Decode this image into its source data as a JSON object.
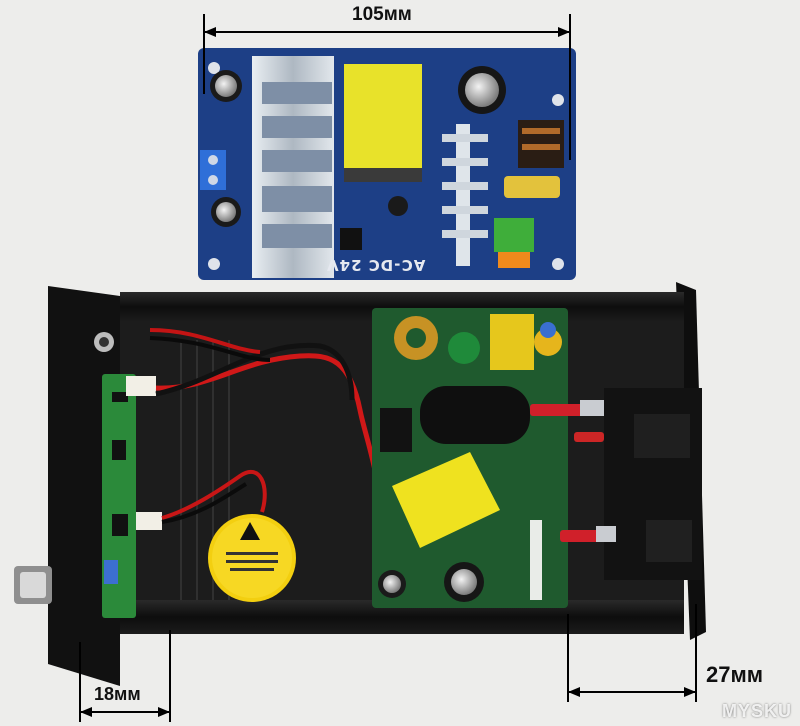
{
  "photo": {
    "dimension_top": "105мм",
    "dimension_left": "18мм",
    "dimension_right": "27мм",
    "board_marking": "AC-DC 24V",
    "watermark": "MYSKU",
    "colors": {
      "background": "#ededeb",
      "pcb_blue": "#1d3f86",
      "pcb_green": "#1f5a2e",
      "heatsink": "#c9cfd6",
      "transformer_yellow": "#e8e22a",
      "enclosure": "#141414"
    }
  }
}
